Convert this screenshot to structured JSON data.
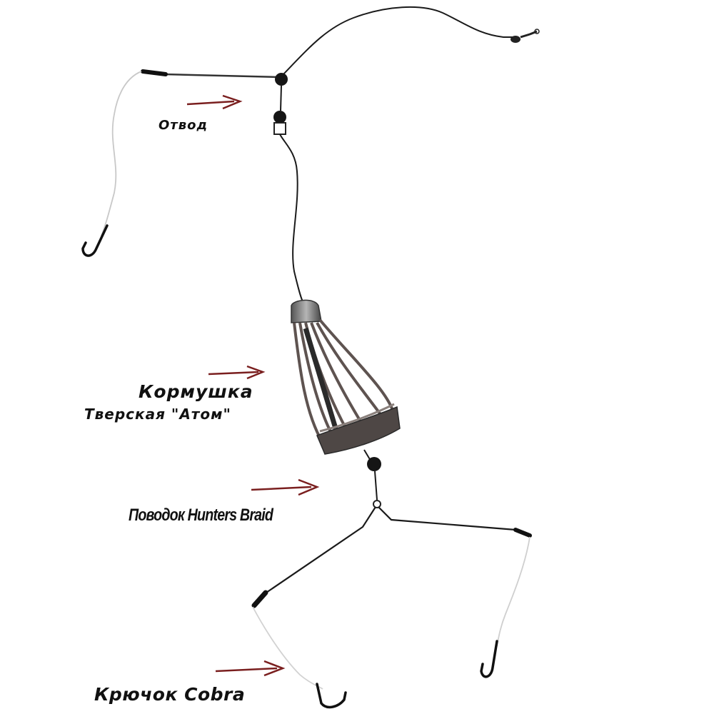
{
  "labels": {
    "otvod": "Отвод",
    "feeder": "Кормушка",
    "feeder_model": "Тверская \"Атом\"",
    "leader": "Поводок Hunters Braid",
    "hook": "Крючок Cobra"
  },
  "colors": {
    "arrow": "#7a1f1f",
    "line": "#1a1a1a",
    "fluoro": "#d6d6d6",
    "feeder_body": "#6e6460",
    "feeder_cap": "#8a8a8a",
    "bead": "#151515"
  }
}
